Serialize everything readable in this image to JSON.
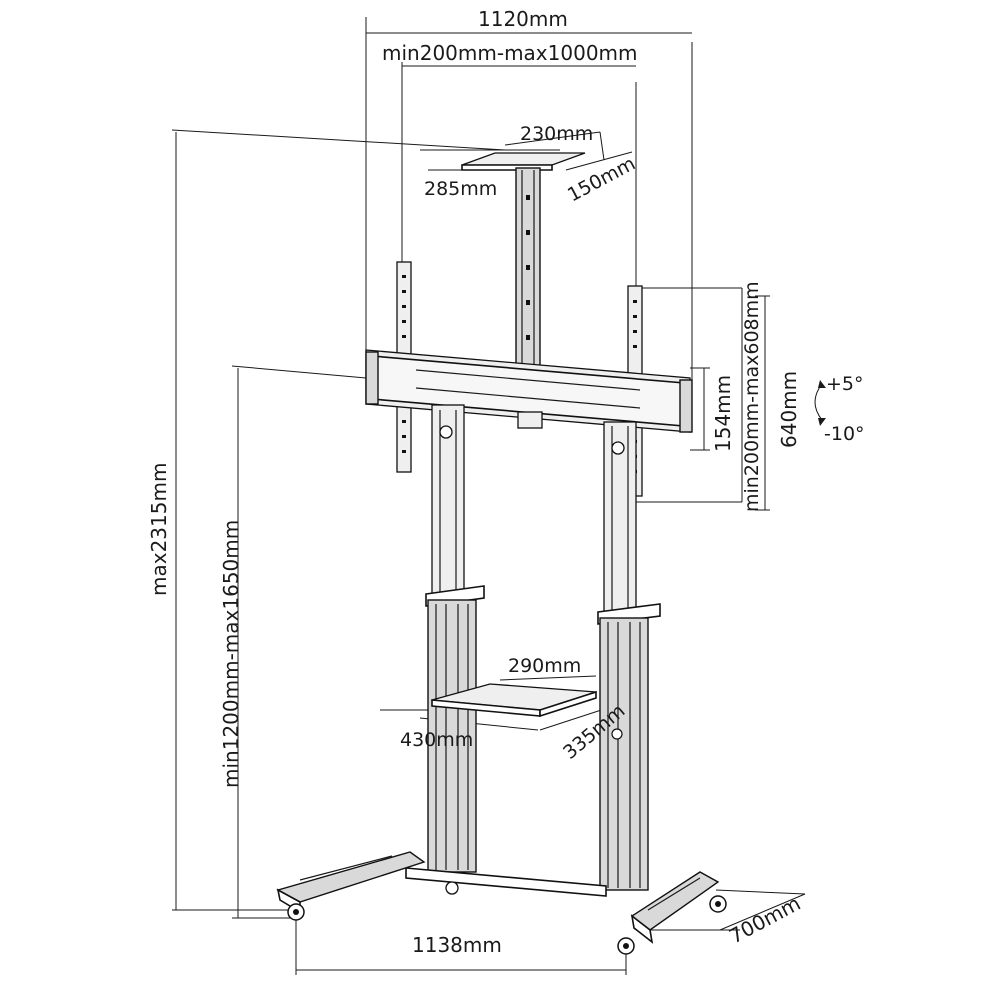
{
  "labels": {
    "overall_width": "1120mm",
    "vesa_width": "min200mm-max1000mm",
    "top_plate_width": "230mm",
    "top_plate_depth_a": "285mm",
    "top_plate_depth_b": "150mm",
    "max_height": "max2315mm",
    "mount_height_range": "min1200mm-max1650mm",
    "bracket_height": "154mm",
    "vesa_height": "min200mm-max608mm",
    "panel_height": "640mm",
    "tilt_up": "+5°",
    "tilt_down": "-10°",
    "shelf_width": "290mm",
    "shelf_length": "430mm",
    "shelf_depth": "335mm",
    "base_width": "1138mm",
    "base_depth": "700mm"
  }
}
